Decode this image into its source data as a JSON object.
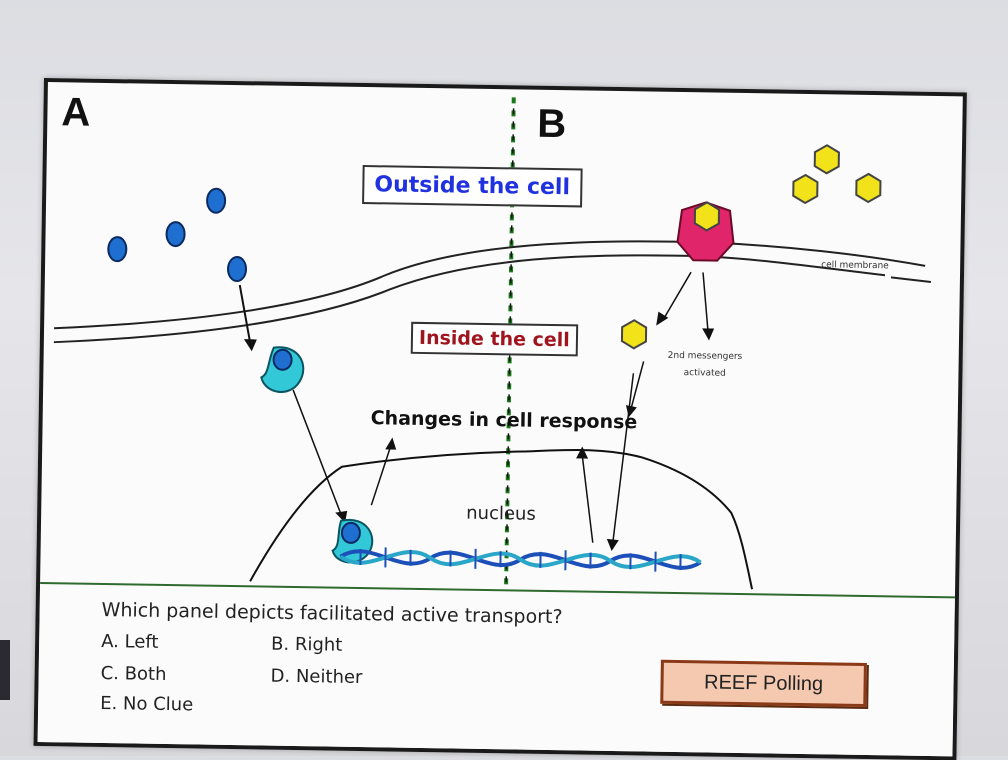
{
  "panels": {
    "left": "A",
    "right": "B"
  },
  "labels": {
    "outside": "Outside the cell",
    "inside": "Inside the cell",
    "changes": "Changes in cell response",
    "nucleus": "nucleus",
    "membrane": "cell membrane",
    "messengers_line1": "2nd messengers",
    "messengers_line2": "activated"
  },
  "question": {
    "text": "Which panel depicts facilitated active transport?",
    "choices": [
      "A. Left",
      "B. Right",
      "C. Both",
      "D. Neither",
      "E. No Clue"
    ]
  },
  "poll_button": "REEF Polling",
  "colors": {
    "outside_text": "#2032e0",
    "inside_text": "#a0141e",
    "ligand_blue": "#1f6fd0",
    "ligand_yellow": "#f2e21a",
    "receptor_cyan": "#33c8d8",
    "receptor_magenta": "#e0256a",
    "divider_green": "#1a7a1a",
    "poll_bg": "#f4c9b0"
  }
}
